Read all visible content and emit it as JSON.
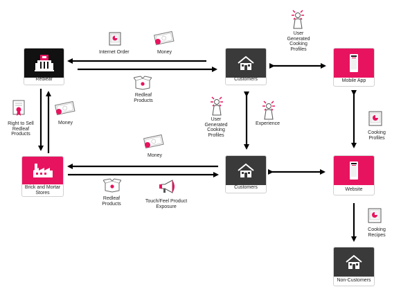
{
  "colors": {
    "accent": "#e8135f",
    "dark": "#3a3a3a",
    "black": "#111111",
    "arrow": "#000000"
  },
  "nodes": {
    "redleaf": "Redleaf",
    "customers_top": "Customers",
    "mobile_app": "Mobile App",
    "brick_mortar": "Brick and Mortar Stores",
    "customers_bottom": "Customers",
    "website": "Website",
    "non_customers": "Non-Customers"
  },
  "labels": {
    "internet_order": "Internet  Order",
    "money_top": "Money",
    "redleaf_products_top": "Redleaf Products",
    "ugc_top": "User Generated Cooking Profiles",
    "right_to_sell": "Right to Sell Redleaf Products",
    "money_left": "Money",
    "ugc_mid": "User Generated Cooking Profiles",
    "experience": "Experience",
    "cooking_profiles": "Cooking Profiles",
    "money_bottom": "Money",
    "redleaf_products_bottom": "Redleaf Products",
    "touch_feel": "Touch/Feel  Product Exposure",
    "cooking_recipes": "Cooking Recipes"
  },
  "icons": {
    "redleaf": "store-building-icon",
    "customers_top": "house-icon",
    "mobile_app": "phone-icon",
    "brick_mortar": "factory-icon",
    "customers_bottom": "house-icon",
    "website": "phone-icon",
    "non_customers": "house-icon",
    "internet_order": "chart-document-icon",
    "money": "banknote-icon",
    "products": "open-box-icon",
    "ugc": "person-idea-icon",
    "certificate": "certificate-icon",
    "megaphone": "megaphone-icon"
  }
}
